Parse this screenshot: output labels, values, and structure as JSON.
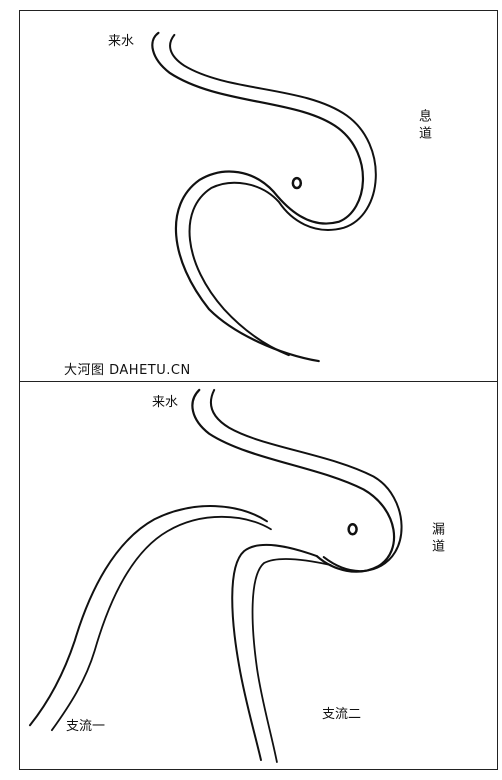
{
  "top_panel": {
    "inflow_label": "来水",
    "side_label": "息道"
  },
  "bottom_panel": {
    "inflow_label": "来水",
    "side_label": "漏道",
    "branch_one_label": "支流一",
    "branch_two_label": "支流二"
  },
  "watermark": "大河图 DAHETU.CN"
}
